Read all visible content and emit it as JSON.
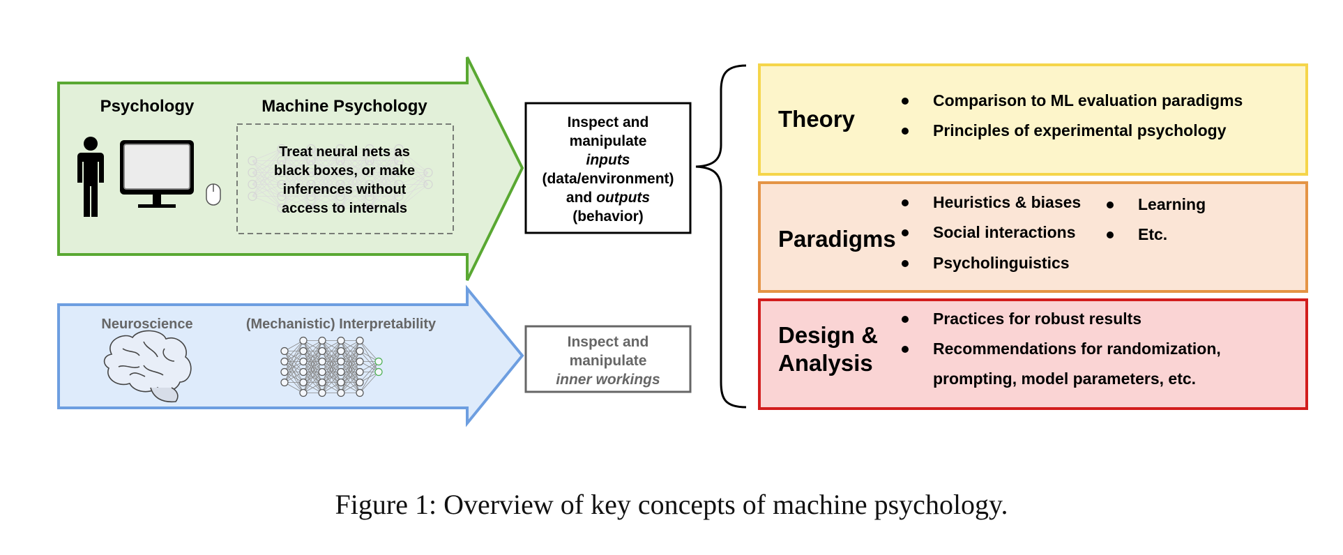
{
  "green_arrow": {
    "psychology_label": "Psychology",
    "machine_psychology_label": "Machine Psychology",
    "box_lines": [
      "Treat neural nets as",
      "black boxes, or make",
      "inferences without",
      "access to internals"
    ],
    "person_icon": "person-icon",
    "monitor_icon": "monitor-icon",
    "mouse_icon": "mouse-icon",
    "network_icon": "neural-network-icon",
    "fill": "#e2f0d9",
    "stroke": "#59a832"
  },
  "blue_arrow": {
    "neuroscience_label": "Neuroscience",
    "interpretability_label": "(Mechanistic) Interpretability",
    "brain_icon": "brain-icon",
    "network_icon": "neural-network-icon",
    "fill": "#deebfb",
    "stroke": "#6d9ee0"
  },
  "io_box": {
    "lines": [
      [
        {
          "t": "Inspect and",
          "i": false
        }
      ],
      [
        {
          "t": "manipulate",
          "i": false
        }
      ],
      [
        {
          "t": "inputs",
          "i": true
        }
      ],
      [
        {
          "t": "(data/environment)",
          "i": false
        }
      ],
      [
        {
          "t": "and ",
          "i": false
        },
        {
          "t": "outputs",
          "i": true
        }
      ],
      [
        {
          "t": "(behavior)",
          "i": false
        }
      ]
    ]
  },
  "inner_box": {
    "lines": [
      [
        {
          "t": "Inspect and",
          "i": false
        }
      ],
      [
        {
          "t": "manipulate",
          "i": false
        }
      ],
      [
        {
          "t": "inner workings",
          "i": true
        }
      ]
    ]
  },
  "panels": [
    {
      "key": "theory",
      "title_lines": [
        "Theory"
      ],
      "fill": "#fdf5ca",
      "stroke": "#f5d54a",
      "columns": [
        [
          "Comparison to ML evaluation paradigms",
          "Principles of experimental psychology"
        ]
      ]
    },
    {
      "key": "paradigms",
      "title_lines": [
        "Paradigms"
      ],
      "fill": "#fbe5d6",
      "stroke": "#e49445",
      "columns": [
        [
          "Heuristics & biases",
          "Social interactions",
          "Psycholinguistics"
        ],
        [
          "Learning",
          "Etc."
        ]
      ]
    },
    {
      "key": "design",
      "title_lines": [
        "Design &",
        "Analysis"
      ],
      "fill": "#fad4d4",
      "stroke": "#d21d1d",
      "columns": [
        [
          "Practices for robust results",
          "Recommendations for randomization,"
        ],
        []
      ],
      "continuation": "prompting, model parameters, etc."
    }
  ],
  "caption": "Figure 1: Overview of key concepts of machine psychology."
}
